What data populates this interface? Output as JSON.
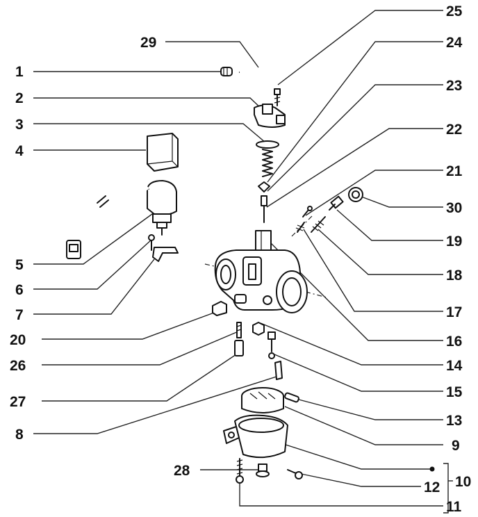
{
  "callouts": [
    {
      "id": "l1",
      "text": "1"
    },
    {
      "id": "l2",
      "text": "2"
    },
    {
      "id": "l3",
      "text": "3"
    },
    {
      "id": "l4",
      "text": "4"
    },
    {
      "id": "l5",
      "text": "5"
    },
    {
      "id": "l6",
      "text": "6"
    },
    {
      "id": "l7",
      "text": "7"
    },
    {
      "id": "l20",
      "text": "20"
    },
    {
      "id": "l26",
      "text": "26"
    },
    {
      "id": "l27",
      "text": "27"
    },
    {
      "id": "l8",
      "text": "8"
    },
    {
      "id": "l29",
      "text": "29"
    },
    {
      "id": "l28",
      "text": "28"
    },
    {
      "id": "l25",
      "text": "25"
    },
    {
      "id": "l24",
      "text": "24"
    },
    {
      "id": "l23",
      "text": "23"
    },
    {
      "id": "l22",
      "text": "22"
    },
    {
      "id": "l21",
      "text": "21"
    },
    {
      "id": "l30",
      "text": "30"
    },
    {
      "id": "l19",
      "text": "19"
    },
    {
      "id": "l18",
      "text": "18"
    },
    {
      "id": "l17",
      "text": "17"
    },
    {
      "id": "l16",
      "text": "16"
    },
    {
      "id": "l14",
      "text": "14"
    },
    {
      "id": "l15",
      "text": "15"
    },
    {
      "id": "l13",
      "text": "13"
    },
    {
      "id": "l9",
      "text": "9"
    },
    {
      "id": "l12",
      "text": "12"
    },
    {
      "id": "l11",
      "text": "11"
    },
    {
      "id": "l10",
      "text": "10"
    }
  ]
}
